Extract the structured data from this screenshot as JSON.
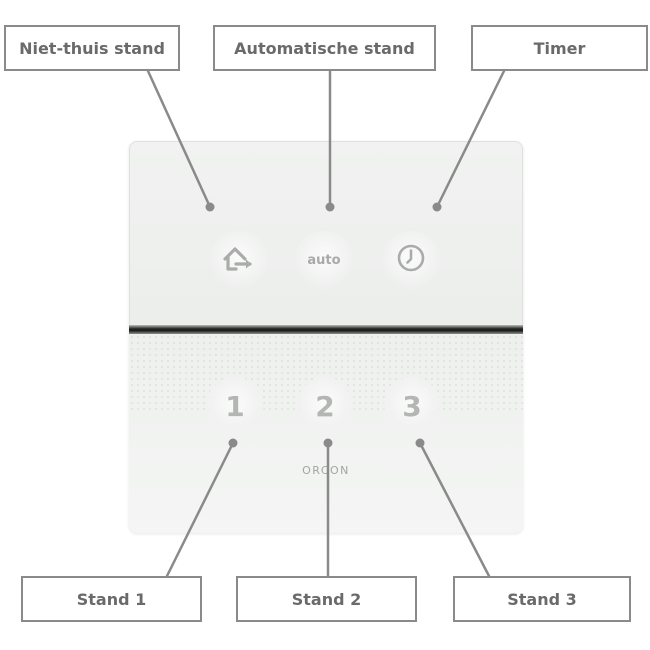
{
  "callouts": {
    "away": "Niet-thuis stand",
    "auto": "Automatische stand",
    "timer": "Timer",
    "stand1": "Stand 1",
    "stand2": "Stand 2",
    "stand3": "Stand 3"
  },
  "device": {
    "auto_label": "auto",
    "speed_labels": [
      "1",
      "2",
      "3"
    ],
    "brand": "ORCON"
  },
  "icons": {
    "away": "home-leave-icon",
    "timer": "clock-icon"
  },
  "colors": {
    "callout_border": "#8a8a8a",
    "callout_text": "#6a6a6a",
    "leader_line": "#8a8a8a",
    "device_body": "#eef0ee",
    "button_glyph": "#b4b6b4"
  }
}
